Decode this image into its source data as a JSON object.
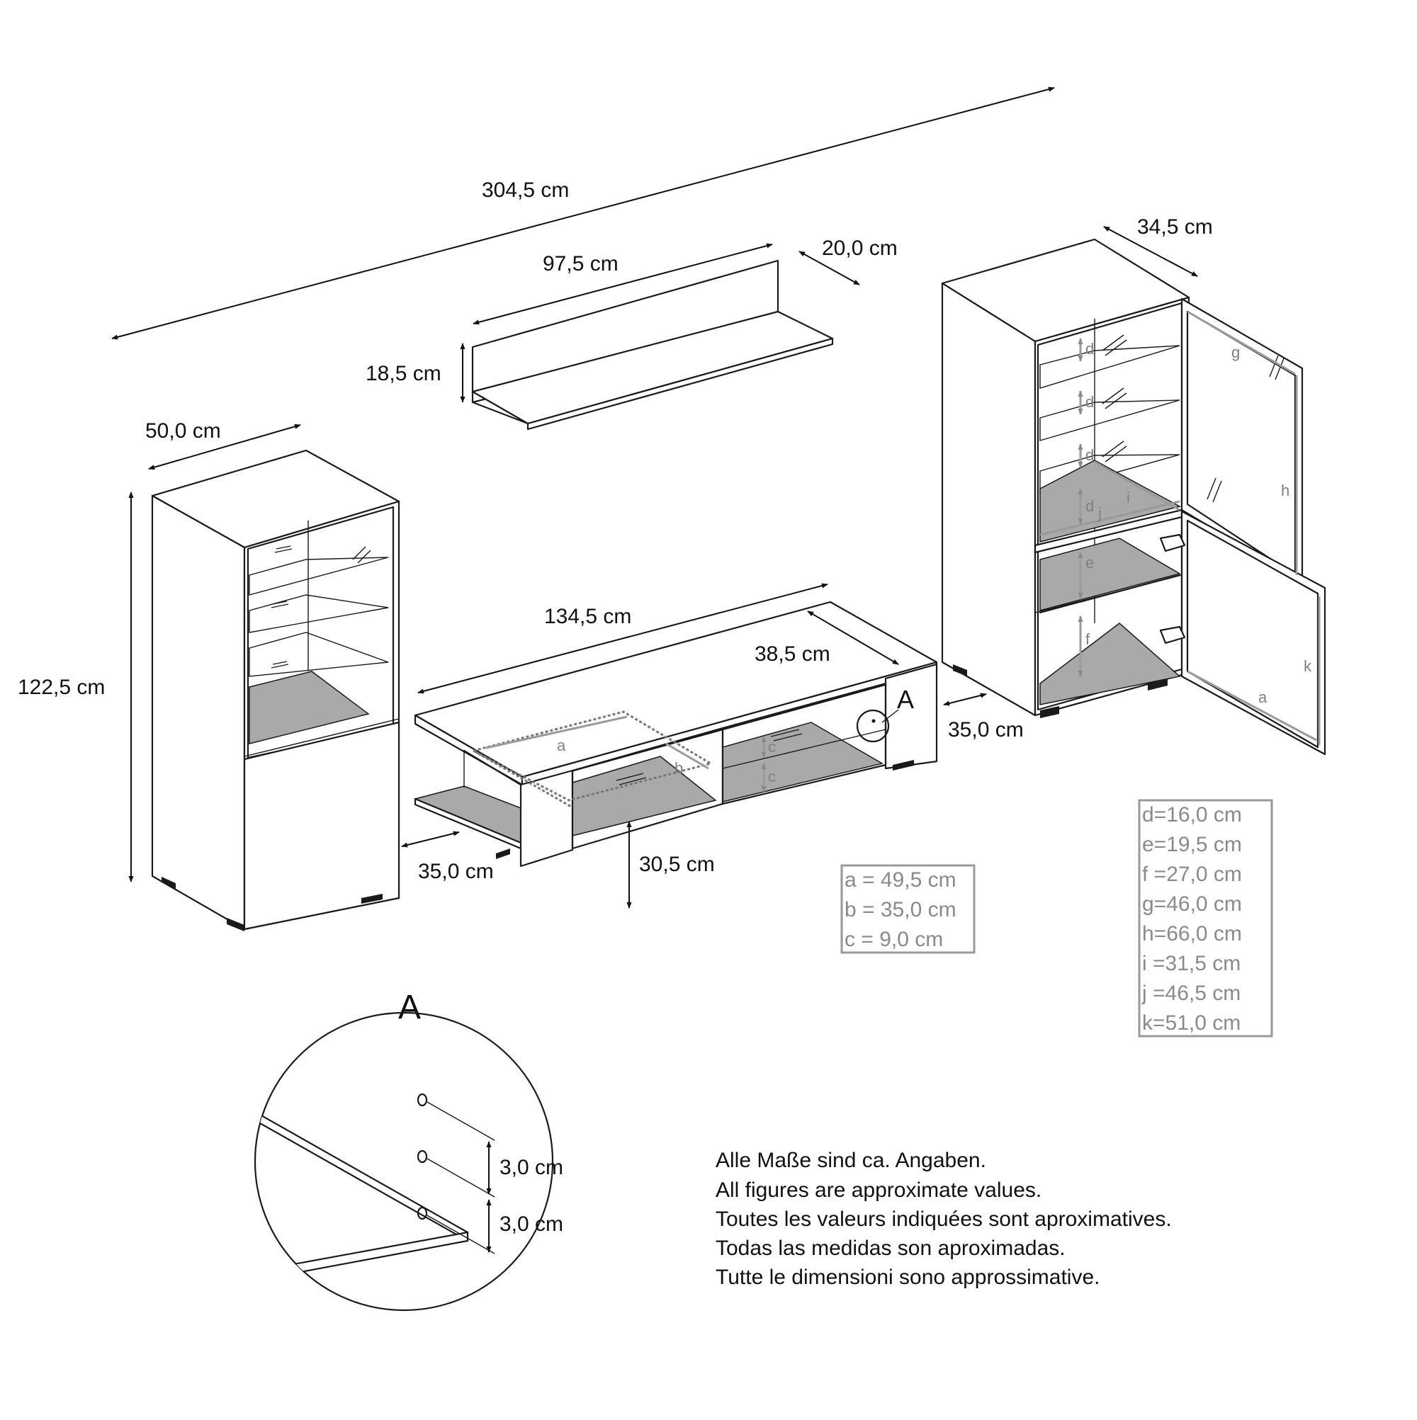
{
  "dimensions": {
    "total_width": "304,5 cm",
    "shelf_width": "97,5 cm",
    "shelf_depth": "20,0 cm",
    "shelf_height": "18,5 cm",
    "tall_cabinet_depth": "34,5 cm",
    "left_cabinet_width": "50,0 cm",
    "left_cabinet_height": "122,5 cm",
    "tv_width": "134,5 cm",
    "tv_depth": "38,5 cm",
    "tv_gap_right": "35,0 cm",
    "tv_gap_left": "35,0 cm",
    "tv_height": "30,5 cm"
  },
  "detail_marker": "A",
  "detail": {
    "title": "A",
    "spacing_upper": "3,0 cm",
    "spacing_lower": "3,0 cm"
  },
  "inner_letters": {
    "a": "a",
    "b": "b",
    "c": "c",
    "d": "d",
    "e": "e",
    "f": "f",
    "g": "g",
    "h": "h",
    "i": "i",
    "j": "j",
    "k": "k"
  },
  "legend_tv": [
    "a = 49,5 cm",
    "b = 35,0 cm",
    "c =   9,0 cm"
  ],
  "legend_cabinet": [
    "d=16,0 cm",
    "e=19,5 cm",
    "f =27,0 cm",
    "g=46,0 cm",
    "h=66,0 cm",
    "i  =31,5 cm",
    "j =46,5 cm",
    "k=51,0 cm"
  ],
  "notes": [
    "Alle Maße sind ca. Angaben.",
    "All figures are approximate values.",
    "Toutes les valeurs indiquées sont aproximatives.",
    "Todas las medidas son aproximadas.",
    "Tutte le dimensioni sono approssimative."
  ]
}
